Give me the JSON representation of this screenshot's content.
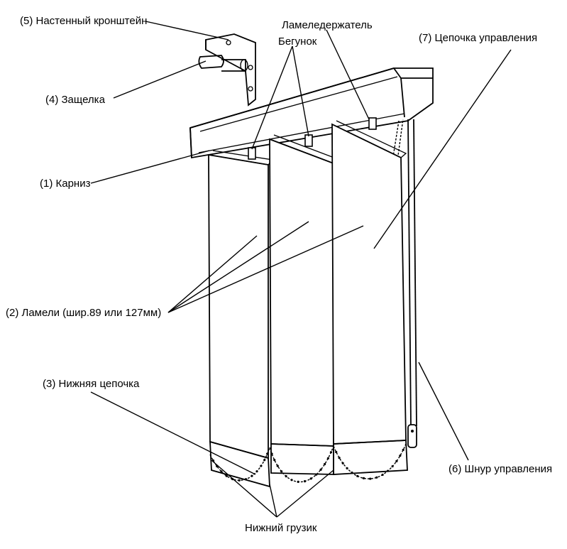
{
  "labels": {
    "wall_bracket": "(5) Настенный кронштейн",
    "slat_holder": "Ламеледержатель",
    "runner": "Бегунок",
    "control_chain": "(7) Цепочка управления",
    "latch": "(4) Защелка",
    "cornice": "(1) Карниз",
    "slats": "(2) Ламели (шир.89 или 127мм)",
    "bottom_chain": "(3) Нижняя цепочка",
    "control_cord": "(6) Шнур управления",
    "bottom_weight": "Нижний грузик"
  }
}
